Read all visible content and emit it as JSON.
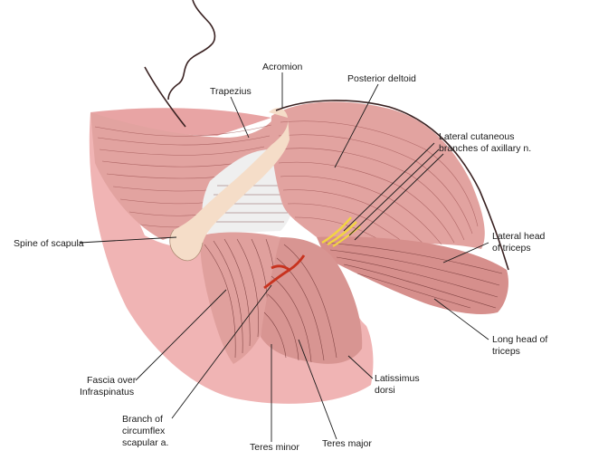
{
  "labels": {
    "acromion": "Acromion",
    "trapezius": "Trapezius",
    "posterior_deltoid": "Posterior deltoid",
    "lateral_cutaneous_1": "Lateral cutaneous",
    "lateral_cutaneous_2": "branches of axillary n.",
    "spine_of_scapula": "Spine of scapula",
    "lateral_head_1": "Lateral head",
    "lateral_head_2": "of triceps",
    "long_head_1": "Long head of",
    "long_head_2": "triceps",
    "latissimus_1": "Latissimus",
    "latissimus_2": "dorsi",
    "fascia_1": "Fascia  over",
    "fascia_2": "Infraspinatus",
    "branch_1": "Branch of",
    "branch_2": "circumflex",
    "branch_3": "scapular a.",
    "teres_minor": "Teres minor",
    "teres_major": "Teres major"
  },
  "colors": {
    "skin": "#f0b4b4",
    "muscle": "#e2a3a0",
    "muscle_dark": "#c97c7a",
    "bone": "#f5ddc8",
    "fascia": "#eeeeee",
    "nerve": "#f2d640",
    "artery": "#c8321e"
  }
}
